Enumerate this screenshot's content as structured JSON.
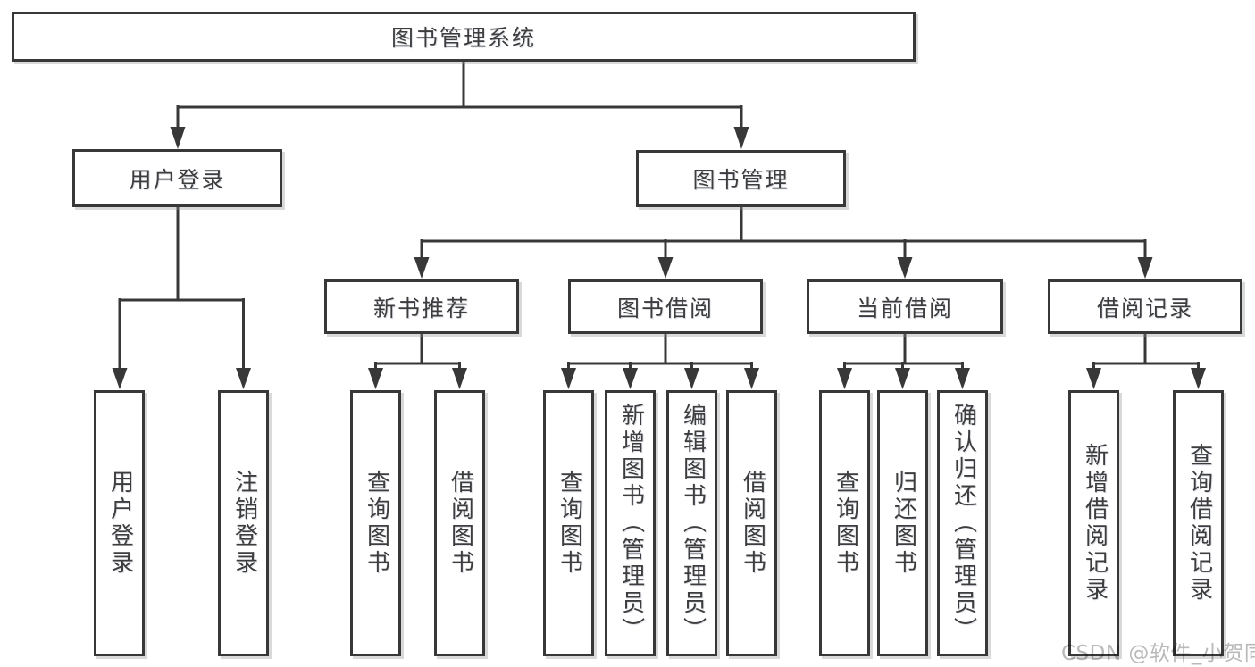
{
  "tree": {
    "label": "图书管理系统",
    "children": [
      {
        "label": "用户登录",
        "children": [
          {
            "label": "用户登录"
          },
          {
            "label": "注销登录"
          }
        ]
      },
      {
        "label": "图书管理",
        "children": [
          {
            "label": "新书推荐",
            "children": [
              {
                "label": "查询图书"
              },
              {
                "label": "借阅图书"
              }
            ]
          },
          {
            "label": "图书借阅",
            "children": [
              {
                "label": "查询图书"
              },
              {
                "label": "新增图书（管理员）"
              },
              {
                "label": "编辑图书（管理员）"
              },
              {
                "label": "借阅图书"
              }
            ]
          },
          {
            "label": "当前借阅",
            "children": [
              {
                "label": "查询图书"
              },
              {
                "label": "归还图书"
              },
              {
                "label": "确认归还（管理员）"
              }
            ]
          },
          {
            "label": "借阅记录",
            "children": [
              {
                "label": "新增借阅记录"
              },
              {
                "label": "查询借阅记录"
              }
            ]
          }
        ]
      }
    ]
  },
  "watermark": "CSDN @软件_小贺同学",
  "colors": {
    "line": "#383838",
    "box_border": "#383838",
    "box_fill": "#ffffff",
    "text": "#3d3d3d",
    "watermark": "#b9b9b9",
    "background": "#ffffff"
  }
}
